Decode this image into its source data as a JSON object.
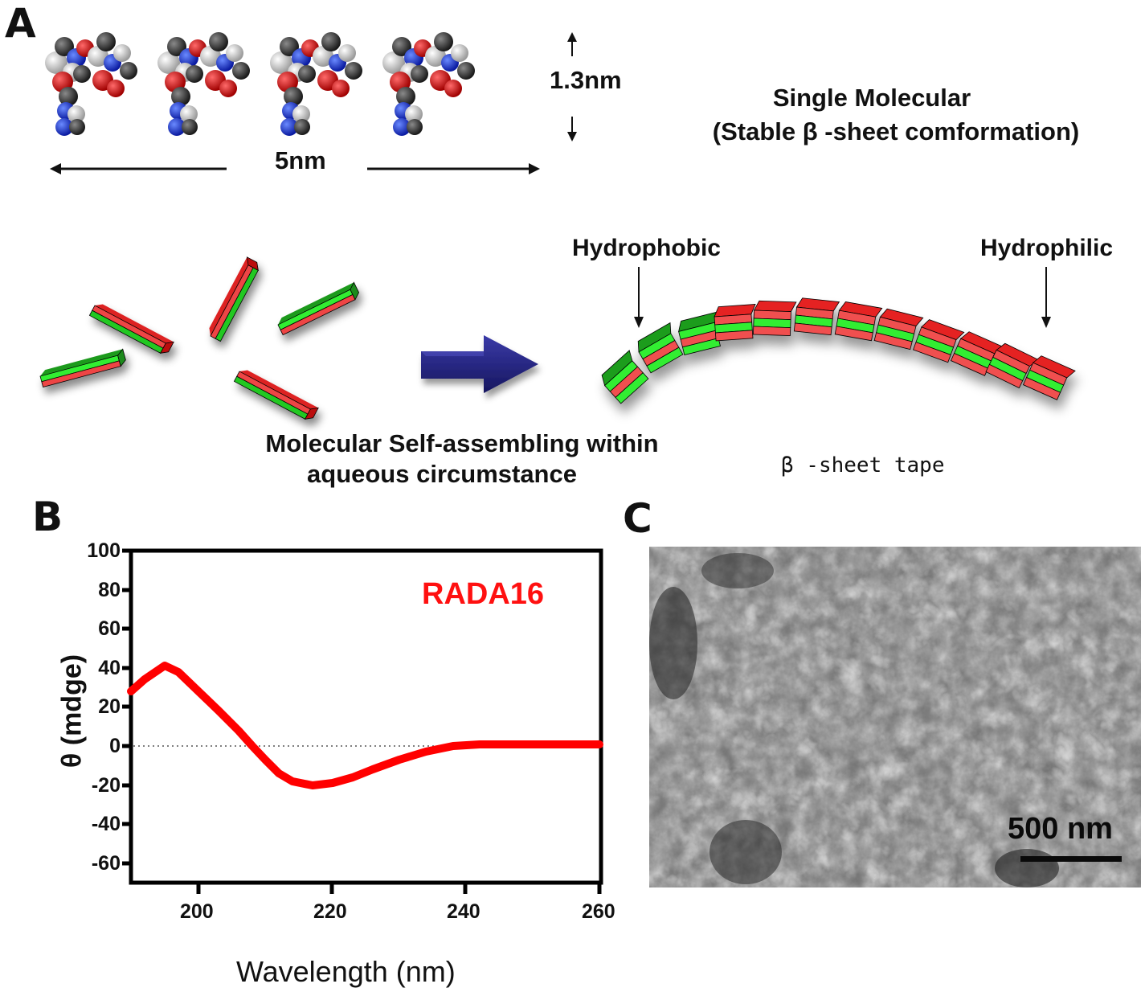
{
  "panels": {
    "A": {
      "letter": "A",
      "dimension_width": "5nm",
      "dimension_height": "1.3nm",
      "single_molecular_title": "Single Molecular",
      "single_molecular_subtitle": "(Stable  β -sheet comformation)",
      "label_hydrophobic": "Hydrophobic",
      "label_hydrophilic": "Hydrophilic",
      "caption_line1": "Molecular Self-assembling within",
      "caption_line2": "aqueous circumstance",
      "tape_caption": "β -sheet tape",
      "colors": {
        "red": "#ee3b3b",
        "green": "#22dd22",
        "dark_green": "#1e9a1e",
        "arrow": "#1f1f7a"
      }
    },
    "B": {
      "letter": "B"
    },
    "C": {
      "letter": "C",
      "scale_bar_label": "500 nm"
    }
  },
  "chart_data": {
    "type": "line",
    "title": "",
    "legend": [
      "RADA16"
    ],
    "annotation": "RADA16",
    "xlabel": "Wavelength (nm)",
    "ylabel": "θ  (mdge)",
    "xlim": [
      190,
      260
    ],
    "ylim": [
      -70,
      100
    ],
    "x_ticks": [
      200,
      220,
      240,
      260
    ],
    "y_ticks": [
      100,
      80,
      60,
      40,
      20,
      0,
      -20,
      -40,
      -60
    ],
    "grid": false,
    "zero_reference_line": "dotted",
    "series": [
      {
        "name": "RADA16",
        "color": "#ff0000",
        "x": [
          190,
          192,
          195,
          197,
          200,
          203,
          206,
          208,
          210,
          212,
          214,
          217,
          220,
          223,
          226,
          230,
          234,
          238,
          242,
          250,
          260
        ],
        "values": [
          28,
          34,
          41,
          38,
          28,
          18,
          8,
          0,
          -7,
          -14,
          -18,
          -20,
          -19,
          -16,
          -12,
          -7,
          -3,
          0,
          1,
          1,
          1
        ]
      }
    ]
  },
  "tick_labels": {
    "y": [
      "100",
      "80",
      "60",
      "40",
      "20",
      "0",
      "-20",
      "-40",
      "-60"
    ],
    "x": [
      "200",
      "220",
      "240",
      "260"
    ]
  }
}
